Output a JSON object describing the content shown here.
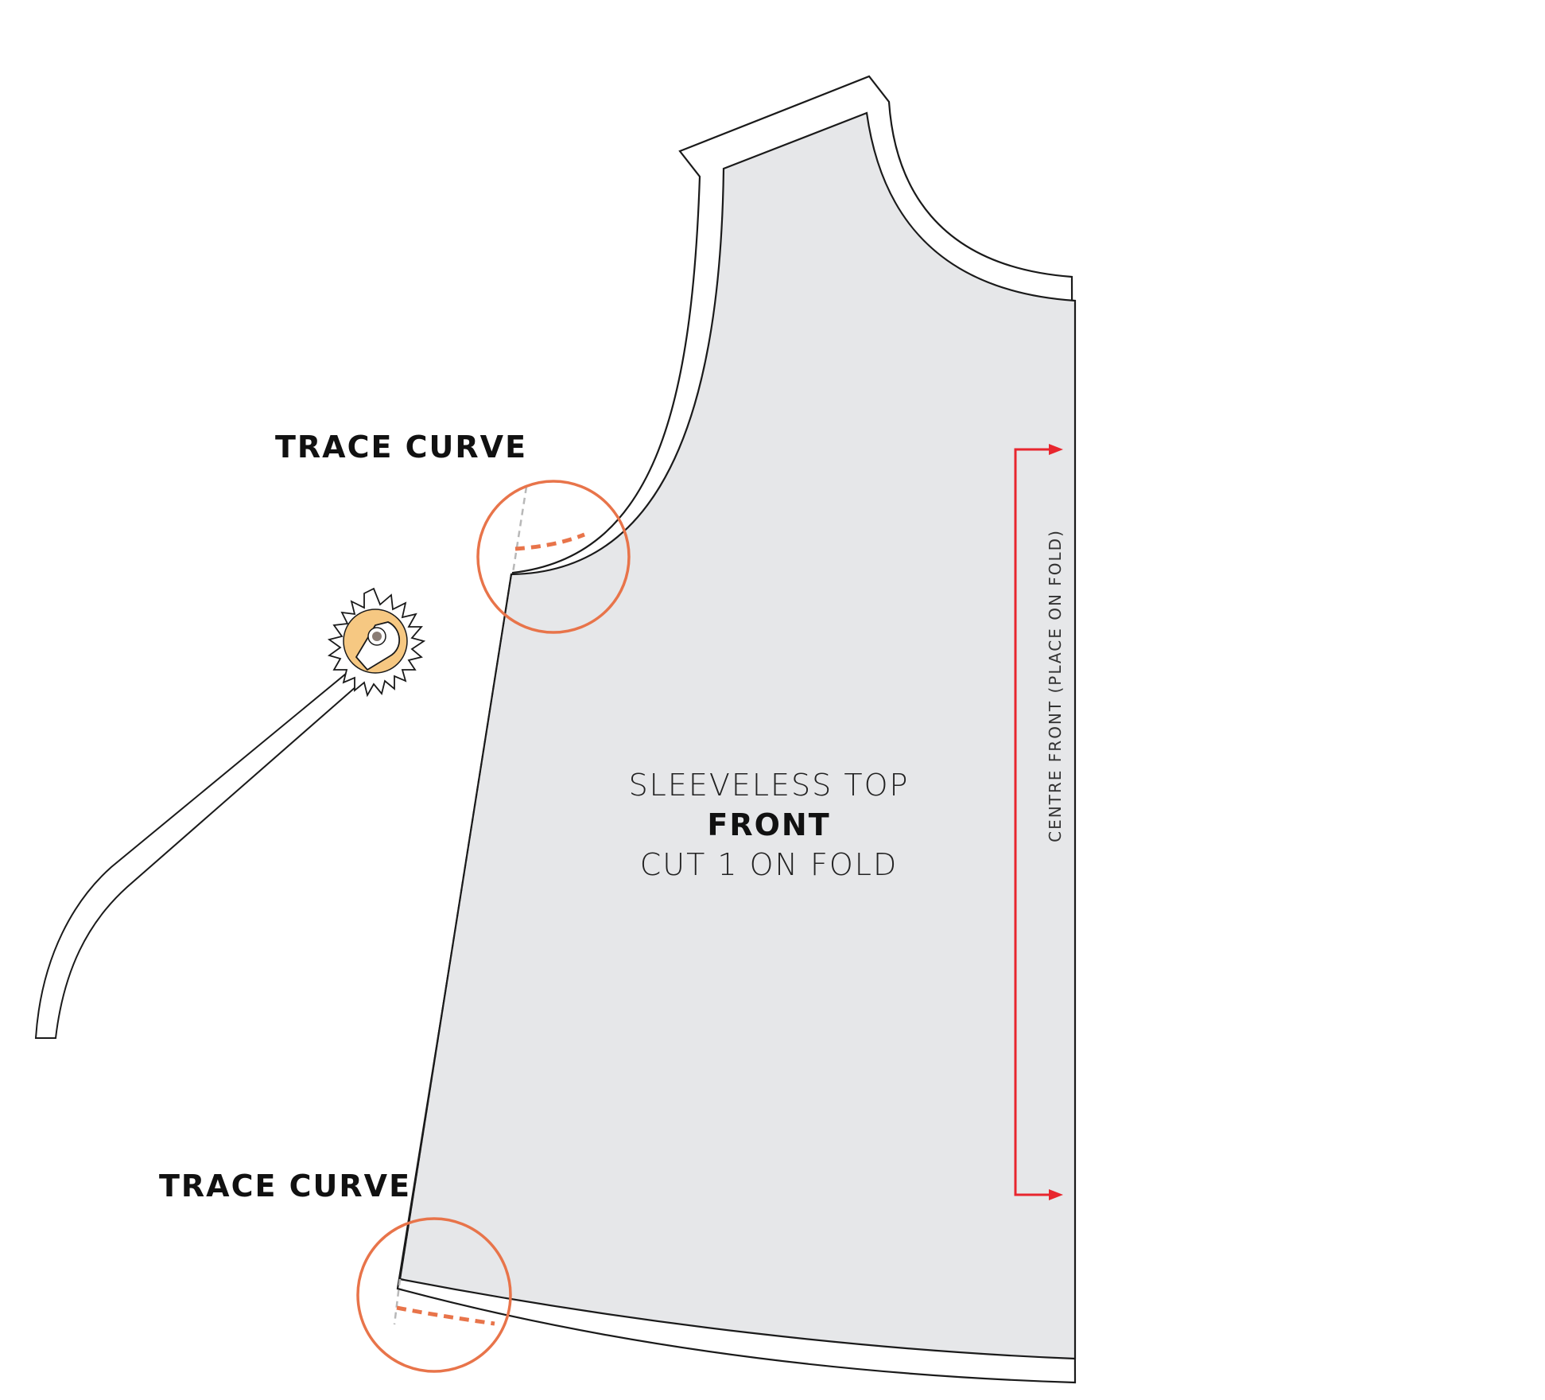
{
  "labels": {
    "trace_curve_top": "TRACE CURVE",
    "trace_curve_bottom": "TRACE CURVE",
    "piece_name": "SLEEVELESS TOP",
    "piece_part": "FRONT",
    "piece_cut": "CUT 1 ON FOLD",
    "fold_label": "CENTRE FRONT (PLACE ON FOLD)"
  },
  "colors": {
    "piece_fill": "#e6e7e9",
    "outline": "#1a1a1a",
    "highlight_circle": "#e8744a",
    "fold_arrow": "#e8262e",
    "guide_line": "#b8b8b8",
    "tracing_wheel": "#f6c882"
  },
  "icons": {
    "tool": "tracing-wheel-icon"
  }
}
